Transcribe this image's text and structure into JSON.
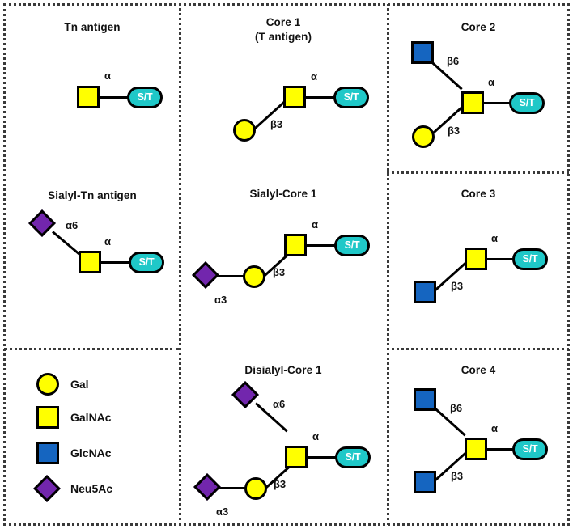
{
  "figure": {
    "type": "glycan-structure-diagram",
    "palette": {
      "gal": "#ffff00",
      "galnac": "#ffff00",
      "glcnac": "#1565c0",
      "neu5ac": "#7226ad",
      "peptide": "#1fc8c8",
      "outline": "#000000",
      "divider": "#3a3a3a"
    },
    "peptide_label": "S/T"
  },
  "panels": [
    {
      "id": "tn-antigen",
      "title": "Tn antigen",
      "title_line2": "",
      "nodes": [
        {
          "name": "galnac",
          "shape": "square",
          "color": "#ffff00"
        },
        {
          "name": "peptide",
          "shape": "pill",
          "label": "S/T",
          "color": "#1fc8c8"
        }
      ],
      "linkages": [
        "α"
      ]
    },
    {
      "id": "sialyl-tn-antigen",
      "title": "Sialyl-Tn antigen",
      "title_line2": "",
      "nodes": [
        {
          "name": "neu5ac",
          "shape": "diamond",
          "color": "#7226ad"
        },
        {
          "name": "galnac",
          "shape": "square",
          "color": "#ffff00"
        },
        {
          "name": "peptide",
          "shape": "pill",
          "label": "S/T",
          "color": "#1fc8c8"
        }
      ],
      "linkages": [
        "α6",
        "α"
      ]
    },
    {
      "id": "core-1",
      "title": "Core 1",
      "title_line2": "(T antigen)",
      "nodes": [
        {
          "name": "gal",
          "shape": "circle",
          "color": "#ffff00"
        },
        {
          "name": "galnac",
          "shape": "square",
          "color": "#ffff00"
        },
        {
          "name": "peptide",
          "shape": "pill",
          "label": "S/T",
          "color": "#1fc8c8"
        }
      ],
      "linkages": [
        "β3",
        "α"
      ]
    },
    {
      "id": "sialyl-core-1",
      "title": "Sialyl-Core 1",
      "title_line2": "",
      "nodes": [
        {
          "name": "neu5ac",
          "shape": "diamond",
          "color": "#7226ad"
        },
        {
          "name": "gal",
          "shape": "circle",
          "color": "#ffff00"
        },
        {
          "name": "galnac",
          "shape": "square",
          "color": "#ffff00"
        },
        {
          "name": "peptide",
          "shape": "pill",
          "label": "S/T",
          "color": "#1fc8c8"
        }
      ],
      "linkages": [
        "α3",
        "β3",
        "α"
      ]
    },
    {
      "id": "disialyl-core-1",
      "title": "Disialyl-Core 1",
      "title_line2": "",
      "nodes": [
        {
          "name": "neu5ac-upper",
          "shape": "diamond",
          "color": "#7226ad"
        },
        {
          "name": "neu5ac-lower",
          "shape": "diamond",
          "color": "#7226ad"
        },
        {
          "name": "gal",
          "shape": "circle",
          "color": "#ffff00"
        },
        {
          "name": "galnac",
          "shape": "square",
          "color": "#ffff00"
        },
        {
          "name": "peptide",
          "shape": "pill",
          "label": "S/T",
          "color": "#1fc8c8"
        }
      ],
      "linkages": [
        "α6",
        "α3",
        "β3",
        "α"
      ]
    },
    {
      "id": "core-2",
      "title": "Core 2",
      "title_line2": "",
      "nodes": [
        {
          "name": "glcnac",
          "shape": "square",
          "color": "#1565c0"
        },
        {
          "name": "gal",
          "shape": "circle",
          "color": "#ffff00"
        },
        {
          "name": "galnac",
          "shape": "square",
          "color": "#ffff00"
        },
        {
          "name": "peptide",
          "shape": "pill",
          "label": "S/T",
          "color": "#1fc8c8"
        }
      ],
      "linkages": [
        "β6",
        "β3",
        "α"
      ]
    },
    {
      "id": "core-3",
      "title": "Core 3",
      "title_line2": "",
      "nodes": [
        {
          "name": "glcnac",
          "shape": "square",
          "color": "#1565c0"
        },
        {
          "name": "galnac",
          "shape": "square",
          "color": "#ffff00"
        },
        {
          "name": "peptide",
          "shape": "pill",
          "label": "S/T",
          "color": "#1fc8c8"
        }
      ],
      "linkages": [
        "β3",
        "α"
      ]
    },
    {
      "id": "core-4",
      "title": "Core 4",
      "title_line2": "",
      "nodes": [
        {
          "name": "glcnac-upper",
          "shape": "square",
          "color": "#1565c0"
        },
        {
          "name": "glcnac-lower",
          "shape": "square",
          "color": "#1565c0"
        },
        {
          "name": "galnac",
          "shape": "square",
          "color": "#ffff00"
        },
        {
          "name": "peptide",
          "shape": "pill",
          "label": "S/T",
          "color": "#1fc8c8"
        }
      ],
      "linkages": [
        "β6",
        "β3",
        "α"
      ]
    }
  ],
  "labels": {
    "tn": {
      "a": "α"
    },
    "stn": {
      "a6": "α6",
      "a": "α"
    },
    "core1": {
      "b3": "β3",
      "a": "α"
    },
    "score1": {
      "a3": "α3",
      "b3": "β3",
      "a": "α"
    },
    "dscore1": {
      "a6": "α6",
      "a3": "α3",
      "b3": "β3",
      "a": "α"
    },
    "core2": {
      "b6": "β6",
      "b3": "β3",
      "a": "α"
    },
    "core3": {
      "b3": "β3",
      "a": "α"
    },
    "core4": {
      "b6": "β6",
      "b3": "β3",
      "a": "α"
    }
  },
  "legend": {
    "items": [
      {
        "symbol": "circle",
        "color": "#ffff00",
        "label": "Gal"
      },
      {
        "symbol": "square",
        "color": "#ffff00",
        "label": "GalNAc"
      },
      {
        "symbol": "square",
        "color": "#1565c0",
        "label": "GlcNAc"
      },
      {
        "symbol": "diamond",
        "color": "#7226ad",
        "label": "Neu5Ac"
      }
    ]
  }
}
